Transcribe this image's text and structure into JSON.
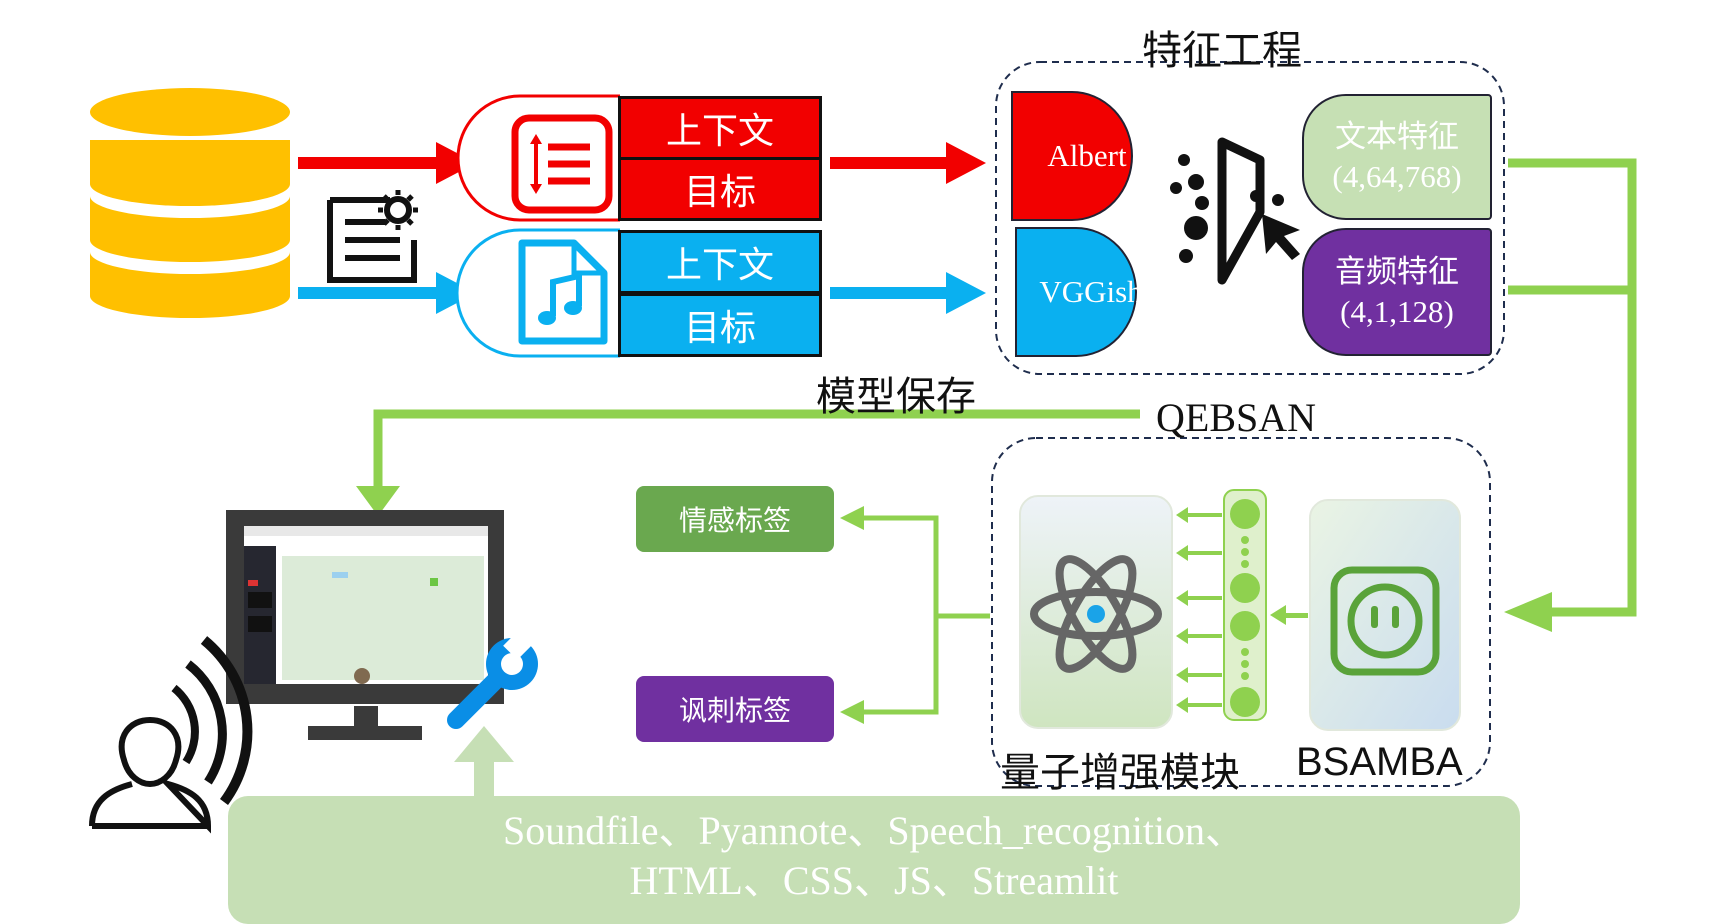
{
  "feature_engineering_title": "特征工程",
  "text_branch": {
    "context": "上下文",
    "target": "目标"
  },
  "audio_branch": {
    "context": "上下文",
    "target": "目标"
  },
  "models": {
    "text": "Albert",
    "audio": "VGGish"
  },
  "features": {
    "text": {
      "name": "文本特征",
      "shape": "(4,64,768)"
    },
    "audio": {
      "name": "音频特征",
      "shape": "(4,1,128)"
    }
  },
  "model_save_label": "模型保存",
  "qebsan_title": "QEBSAN",
  "outputs": {
    "emotion": "情感标签",
    "sarcasm": "讽刺标签"
  },
  "modules": {
    "quantum": "量子增强模块",
    "bsamba": "BSAMBA"
  },
  "tools": {
    "line1": "Soundfile、Pyannote、Speech_recognition、",
    "line2": "HTML、CSS、JS、Streamlit"
  },
  "colors": {
    "red": "#f20000",
    "blue": "#0ab0f0",
    "green_arrow": "#8fd14f",
    "dark_green": "#6aa84f",
    "purple": "#7030a0",
    "light_green": "#c6dfb5",
    "gold": "#ffc000"
  }
}
